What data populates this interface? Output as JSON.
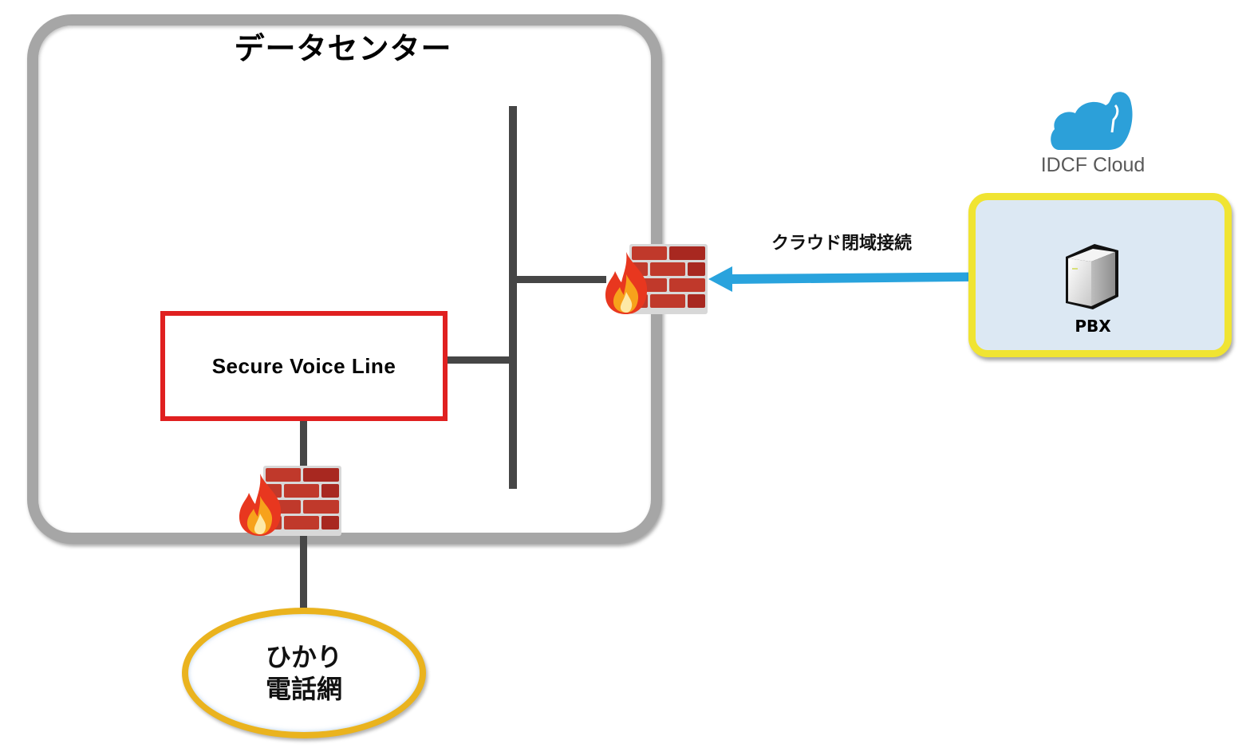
{
  "datacenter": {
    "title": "データセンター",
    "secure_voice_line": "Secure Voice Line"
  },
  "cloud": {
    "brand": "IDCF Cloud",
    "server_label": "PBX"
  },
  "connection": {
    "label": "クラウド閉域接続",
    "direction": "bidirectional"
  },
  "phone_network": {
    "line1": "ひかり",
    "line2": "電話網"
  },
  "colors": {
    "datacenter_border": "#a6a6a6",
    "secure_voice_border": "#e02020",
    "cloud_box_border": "#f0e432",
    "cloud_box_fill": "#dce8f3",
    "arrow": "#29a3dd",
    "phone_network_border": "#eab31e",
    "network_line": "#464646",
    "cloud_logo": "#2ca0d9"
  }
}
